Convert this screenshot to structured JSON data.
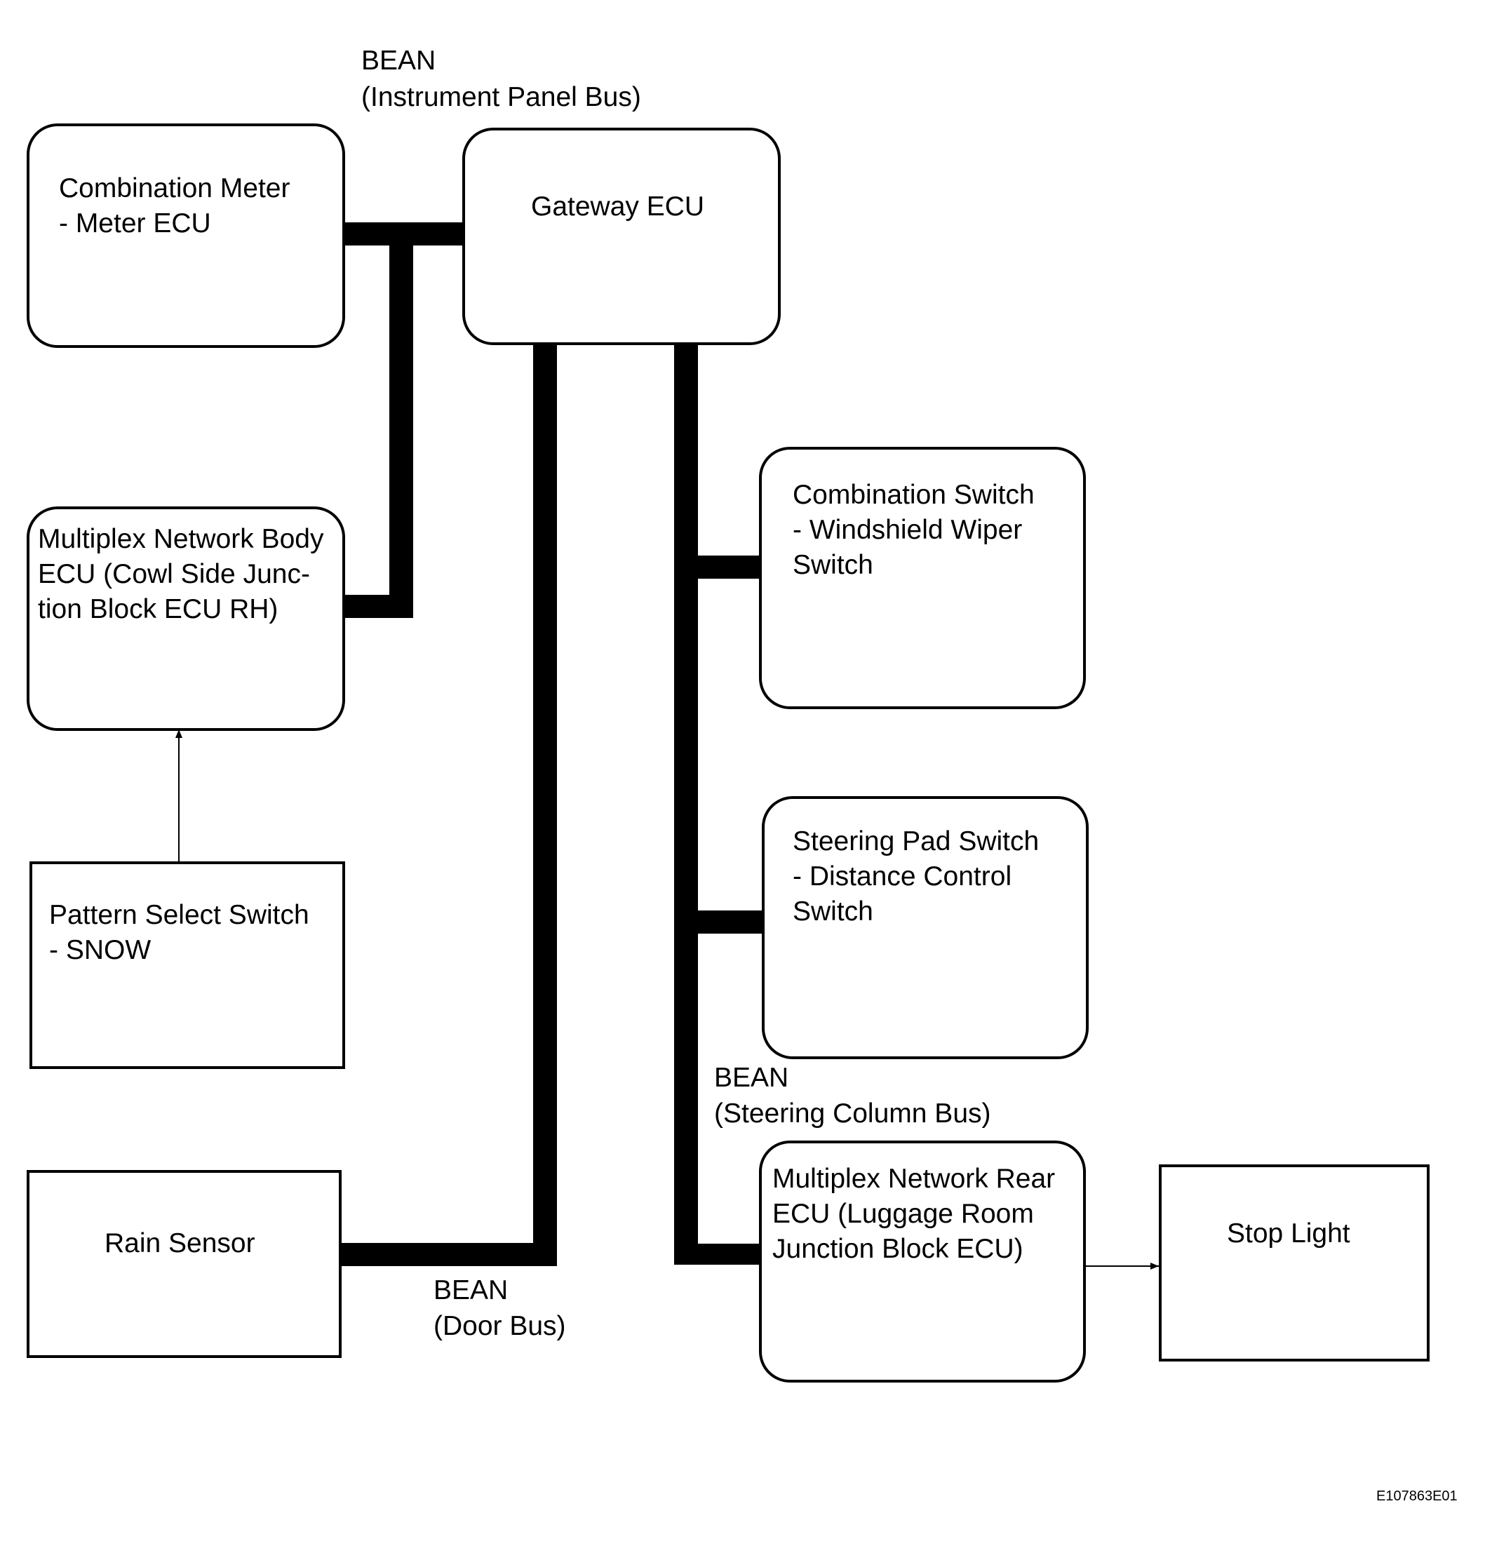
{
  "diagram": {
    "buses": {
      "instrument_panel": {
        "line1": "BEAN",
        "line2": "(Instrument Panel Bus)"
      },
      "door": {
        "line1": "BEAN",
        "line2": "(Door Bus)"
      },
      "steering_column": {
        "line1": "BEAN",
        "line2": "(Steering Column Bus)"
      }
    },
    "nodes": {
      "combination_meter": "Combination Meter\n- Meter ECU",
      "gateway_ecu": "Gateway ECU",
      "multiplex_body_ecu": "Multiplex Network Body\nECU (Cowl Side Junc-\ntion Block ECU RH)",
      "pattern_select_switch": "Pattern Select Switch\n- SNOW",
      "rain_sensor": "Rain Sensor",
      "combination_switch": "Combination Switch\n- Windshield Wiper\nSwitch",
      "steering_pad_switch": "Steering Pad Switch\n- Distance Control\nSwitch",
      "multiplex_rear_ecu": "Multiplex Network Rear\nECU (Luggage Room\nJunction Block ECU)",
      "stop_light": "Stop Light"
    },
    "reference_code": "E107863E01"
  }
}
